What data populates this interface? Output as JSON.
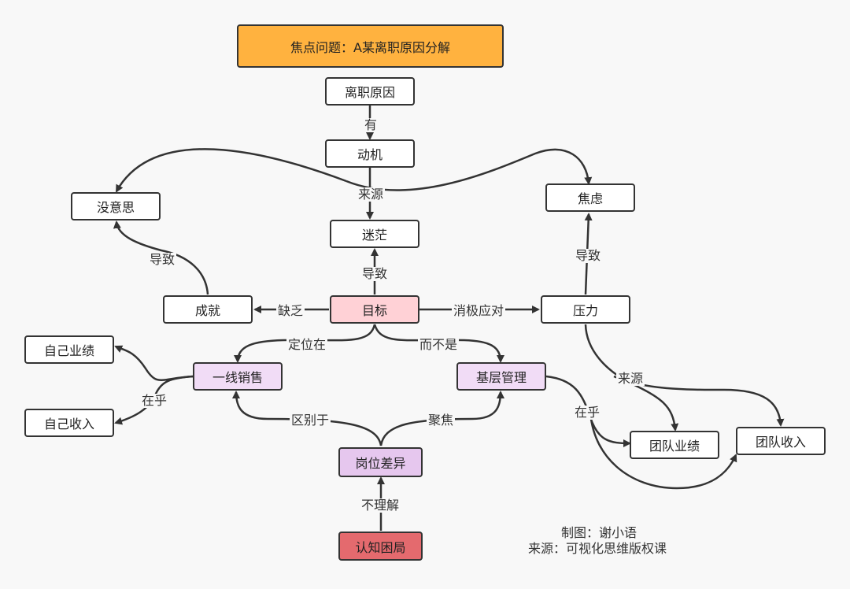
{
  "focus_question": "焦点问题：A某离职原因分解",
  "nodes": {
    "reason": "离职原因",
    "motive": "动机",
    "no_meaning": "没意思",
    "anxiety": "焦虑",
    "confusion": "迷茫",
    "achievement": "成就",
    "goal": "目标",
    "pressure": "压力",
    "own_performance": "自己业绩",
    "own_income": "自己收入",
    "frontline_sales": "一线销售",
    "grassroots_mgmt": "基层管理",
    "team_performance": "团队业绩",
    "team_income": "团队收入",
    "role_difference": "岗位差异",
    "cognitive_dilemma": "认知困局"
  },
  "edge_labels": {
    "has": "有",
    "source1": "来源",
    "leads1": "导致",
    "leads2": "导致",
    "leads3": "导致",
    "lacks": "缺乏",
    "negative": "消极应对",
    "positioned": "定位在",
    "not": "而不是",
    "care1": "在乎",
    "source2": "来源",
    "care2": "在乎",
    "differ": "区别于",
    "focus": "聚焦",
    "not_understand": "不理解"
  },
  "credits": {
    "drawing": "制图：谢小语",
    "source": "来源：可视化思维版权课"
  }
}
